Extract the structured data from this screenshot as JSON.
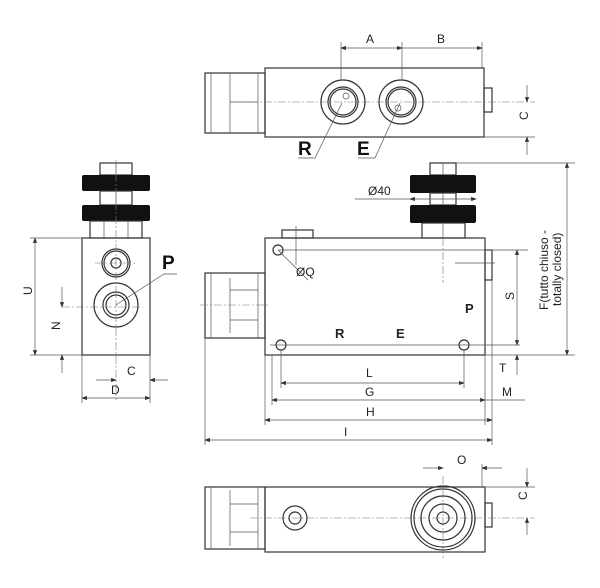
{
  "labels": {
    "A": "A",
    "B": "B",
    "C": "C",
    "D": "D",
    "E": "E",
    "G": "G",
    "H": "H",
    "I": "I",
    "L": "L",
    "M": "M",
    "N": "N",
    "O": "O",
    "P": "P",
    "Q": "Q",
    "R": "R",
    "S": "S",
    "T": "T",
    "U": "U",
    "diameter_40": "Ø40",
    "diameter_q": "ØQ",
    "F_line1": "F(tutto chiuso -",
    "F_line2": "totally closed)"
  }
}
